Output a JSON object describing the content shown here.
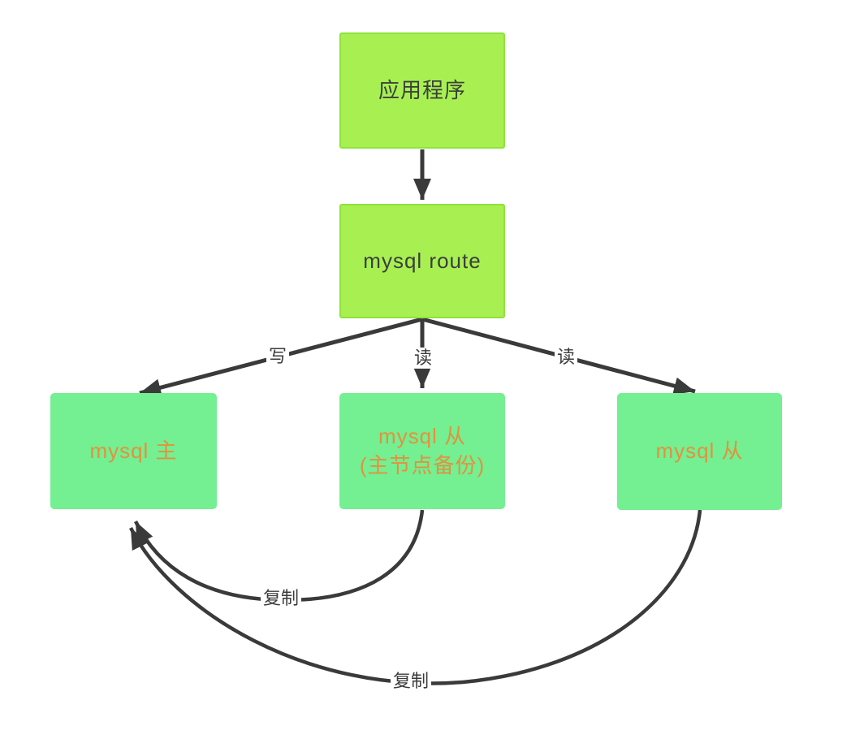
{
  "diagram": {
    "title": "mysql read-write splitting / master-slave replication diagram",
    "colors": {
      "canvas_bg": "#ffffff",
      "node_green_fill": "#a8f052",
      "node_green_border": "#8fe23a",
      "node_mint_fill": "#74ef92",
      "node_text_dark": "#3b3f3a",
      "node_text_orange": "#e2923e",
      "edge_color": "#3a3a3a",
      "edge_label_color": "#3b3b3b"
    },
    "nodes": {
      "app": {
        "label": "应用程序",
        "sublabel": ""
      },
      "route": {
        "label": "mysql route",
        "sublabel": ""
      },
      "master": {
        "label": "mysql 主",
        "sublabel": ""
      },
      "slave_backup": {
        "label": "mysql 从",
        "sublabel": "(主节点备份)"
      },
      "slave": {
        "label": "mysql 从",
        "sublabel": ""
      }
    },
    "edges": {
      "app_to_route": {
        "label": ""
      },
      "route_to_master": {
        "label": "写"
      },
      "route_to_slave_backup": {
        "label": "读"
      },
      "route_to_slave": {
        "label": "读"
      },
      "slave_backup_to_master": {
        "label": "复制"
      },
      "slave_to_master": {
        "label": "复制"
      }
    }
  }
}
